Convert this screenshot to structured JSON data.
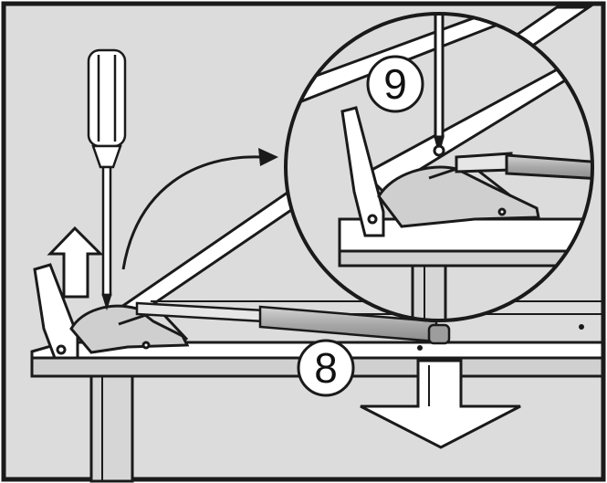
{
  "steps": {
    "step_8": {
      "label": "8"
    },
    "step_9": {
      "label": "9"
    }
  },
  "icons": {
    "screwdriver": "screwdriver-icon",
    "arrow_up": "arrow-up-icon",
    "arrow_down": "arrow-down-icon",
    "curved_arrow": "curved-arrow-icon",
    "magnifier": "detail-zoom-circle"
  },
  "colors": {
    "background": "#dcdcdc",
    "line": "#1a1a1a",
    "white": "#ffffff",
    "strut": "#b9b9b9"
  }
}
